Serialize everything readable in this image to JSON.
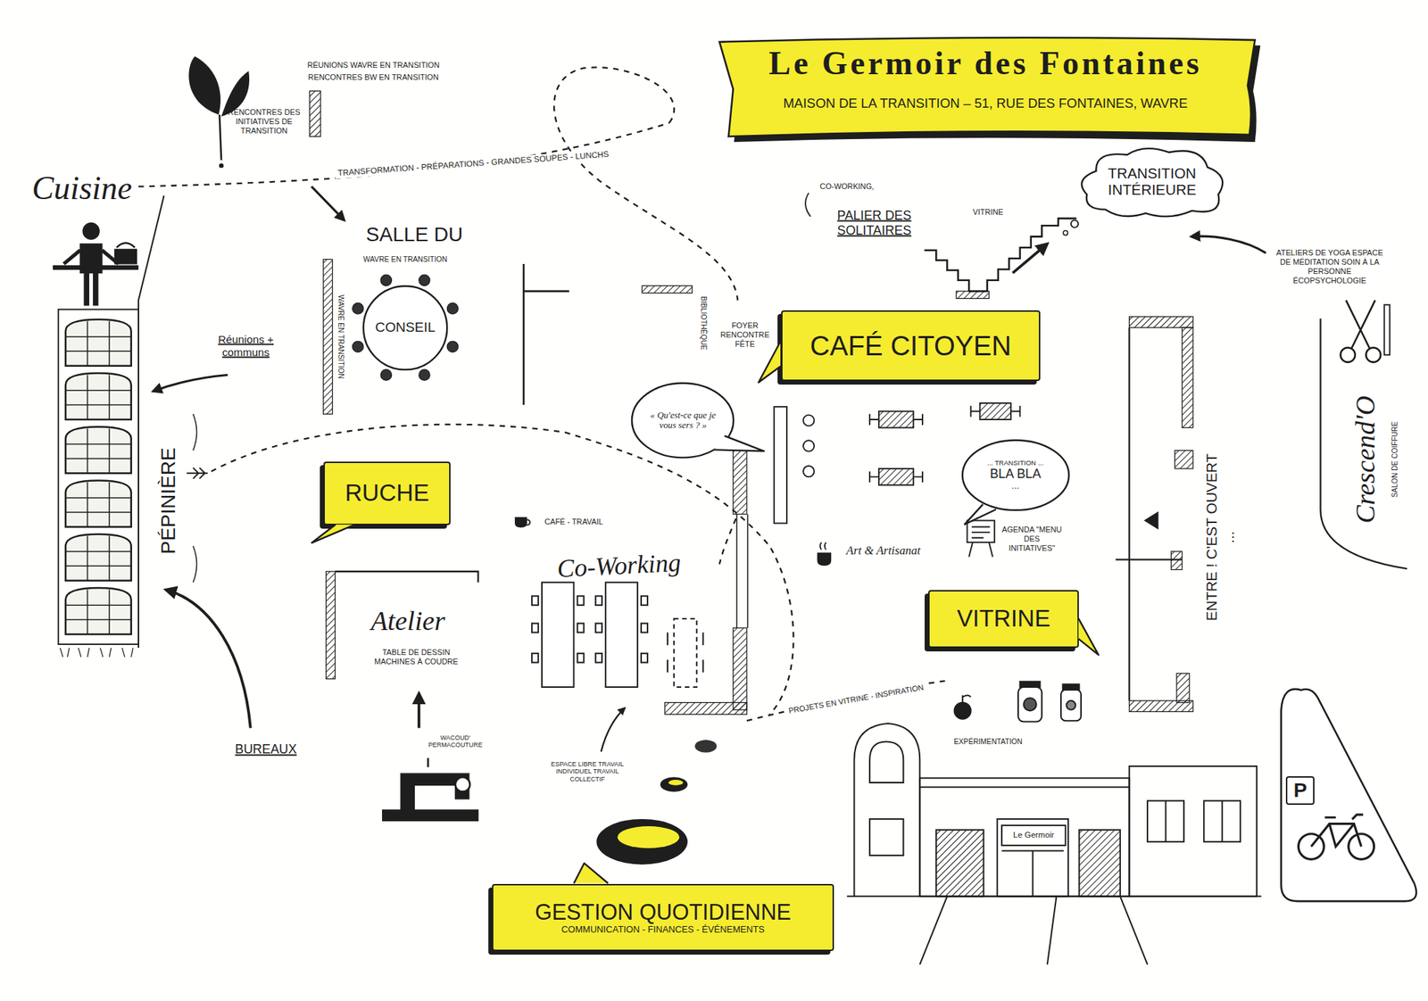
{
  "diagram": {
    "title": "Le Germoir des Fontaines",
    "nodes": [
      {
        "text": [
          "TRANSITION INTÉRIEURE"
        ]
      },
      {
        "text": [
          "CONSEIL"
        ]
      },
      {
        "text": [
          "CAFÉ CITOYEN"
        ]
      },
      {
        "text": [
          "« Qu'est-ce que je vous sers ? »"
        ]
      },
      {
        "text": [
          "... TRANSITION ...",
          "BLA BLA",
          "..."
        ]
      },
      {
        "text": [
          "RUCHE"
        ]
      },
      {
        "text": [
          "VITRINE"
        ]
      },
      {
        "text": [
          "P"
        ]
      },
      {
        "text": [
          "GESTION QUOTIDIENNE",
          "COMMUNICATION - FINANCES - ÉVÉNEMENTS"
        ]
      }
    ],
    "labels": [
      "MAISON DE LA TRANSITION – 51, RUE DES FONTAINES, WAVRE",
      "RÉUNIONS WAVRE EN TRANSITION",
      "RENCONTRES BW EN TRANSITION",
      "RENCONTRES DES INITIATIVES DE TRANSITION",
      "Cuisine",
      "TRANSFORMATION - PRÉPARATIONS - GRANDES SOUPES - LUNCHS",
      "SALLE DU",
      "WAVRE EN TRANSITION",
      "WAVRE EN TRANSITION",
      "Réunions + communs",
      "PÉPINIÈRE",
      "BIBLIOTHÈQUE",
      "FOYER RENCONTRE FÊTE",
      "CO-WORKING,",
      "PALIER DES SOLITAIRES",
      "VITRINE",
      "ATELIERS DE YOGA ESPACE DE MÉDITATION SOIN À LA PERSONNE ÉCOPSYCHOLOGIE",
      "Crescend'O",
      "SALON DE COIFFURE",
      "CAFÉ - TRAVAIL",
      "Co-Working",
      "Atelier",
      "TABLE DE DESSIN MACHINES À COUDRE",
      "WACOUD' PERMACOUTURE",
      "ESPACE LIBRE TRAVAIL INDIVIDUEL TRAVAIL COLLECTIF",
      "BUREAUX",
      "Art & Artisanat",
      "AGENDA \"MENU DES INITIATIVES\"",
      "ENTRE ! C'EST OUVERT ...",
      "PROJETS EN VITRINE - INSPIRATION",
      "EXPÉRIMENTATION",
      "Le Germoir"
    ]
  }
}
